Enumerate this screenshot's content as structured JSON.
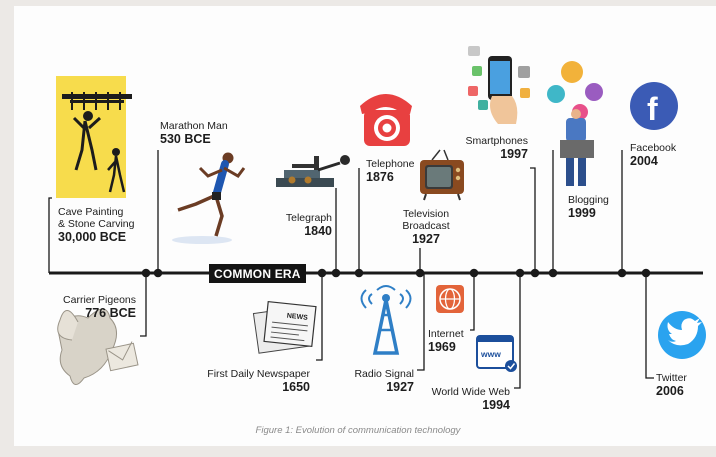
{
  "era_label": "COMMON ERA",
  "caption": "Figure 1: Evolution of communication technology",
  "events": [
    {
      "id": "cave-painting",
      "title_lines": [
        "Cave Painting",
        "& Stone Carving"
      ],
      "date": "30,000 BCE"
    },
    {
      "id": "carrier-pigeons",
      "title_lines": [
        "Carrier Pigeons"
      ],
      "date": "776 BCE"
    },
    {
      "id": "marathon-man",
      "title_lines": [
        "Marathon Man"
      ],
      "date": "530 BCE"
    },
    {
      "id": "first-daily-newspaper",
      "title_lines": [
        "First Daily Newspaper"
      ],
      "date": "1650"
    },
    {
      "id": "telegraph",
      "title_lines": [
        "Telegraph"
      ],
      "date": "1840"
    },
    {
      "id": "telephone",
      "title_lines": [
        "Telephone"
      ],
      "date": "1876"
    },
    {
      "id": "radio-signal",
      "title_lines": [
        "Radio Signal"
      ],
      "date": "1927"
    },
    {
      "id": "television-broadcast",
      "title_lines": [
        "Television",
        "Broadcast"
      ],
      "date": "1927"
    },
    {
      "id": "internet",
      "title_lines": [
        "Internet"
      ],
      "date": "1969"
    },
    {
      "id": "world-wide-web",
      "title_lines": [
        "World Wide Web"
      ],
      "date": "1994"
    },
    {
      "id": "smartphones",
      "title_lines": [
        "Smartphones"
      ],
      "date": "1997"
    },
    {
      "id": "blogging",
      "title_lines": [
        "Blogging"
      ],
      "date": "1999"
    },
    {
      "id": "facebook",
      "title_lines": [
        "Facebook"
      ],
      "date": "2004"
    },
    {
      "id": "twitter",
      "title_lines": [
        "Twitter"
      ],
      "date": "2006"
    }
  ],
  "icons": {
    "cave-painting": "cave-painting-icon",
    "carrier-pigeons": "pigeon-icon",
    "marathon-man": "runner-icon",
    "first-daily-newspaper": "newspaper-icon",
    "telegraph": "telegraph-key-icon",
    "telephone": "rotary-phone-icon",
    "radio-signal": "radio-tower-icon",
    "television-broadcast": "television-icon",
    "internet": "globe-icon",
    "world-wide-web": "www-icon",
    "smartphones": "smartphone-icon",
    "blogging": "blogger-icon",
    "facebook": "facebook-logo-icon",
    "twitter": "twitter-logo-icon"
  },
  "colors": {
    "line": "#1a1a1a",
    "cave_bg": "#f7dc4c",
    "phone_red": "#e84040",
    "radio_blue": "#2f7fc6",
    "facebook_blue": "#3b5bb5",
    "twitter_blue": "#2aa3ef",
    "tv_brown": "#8a4a20",
    "era_bg": "#141414"
  }
}
